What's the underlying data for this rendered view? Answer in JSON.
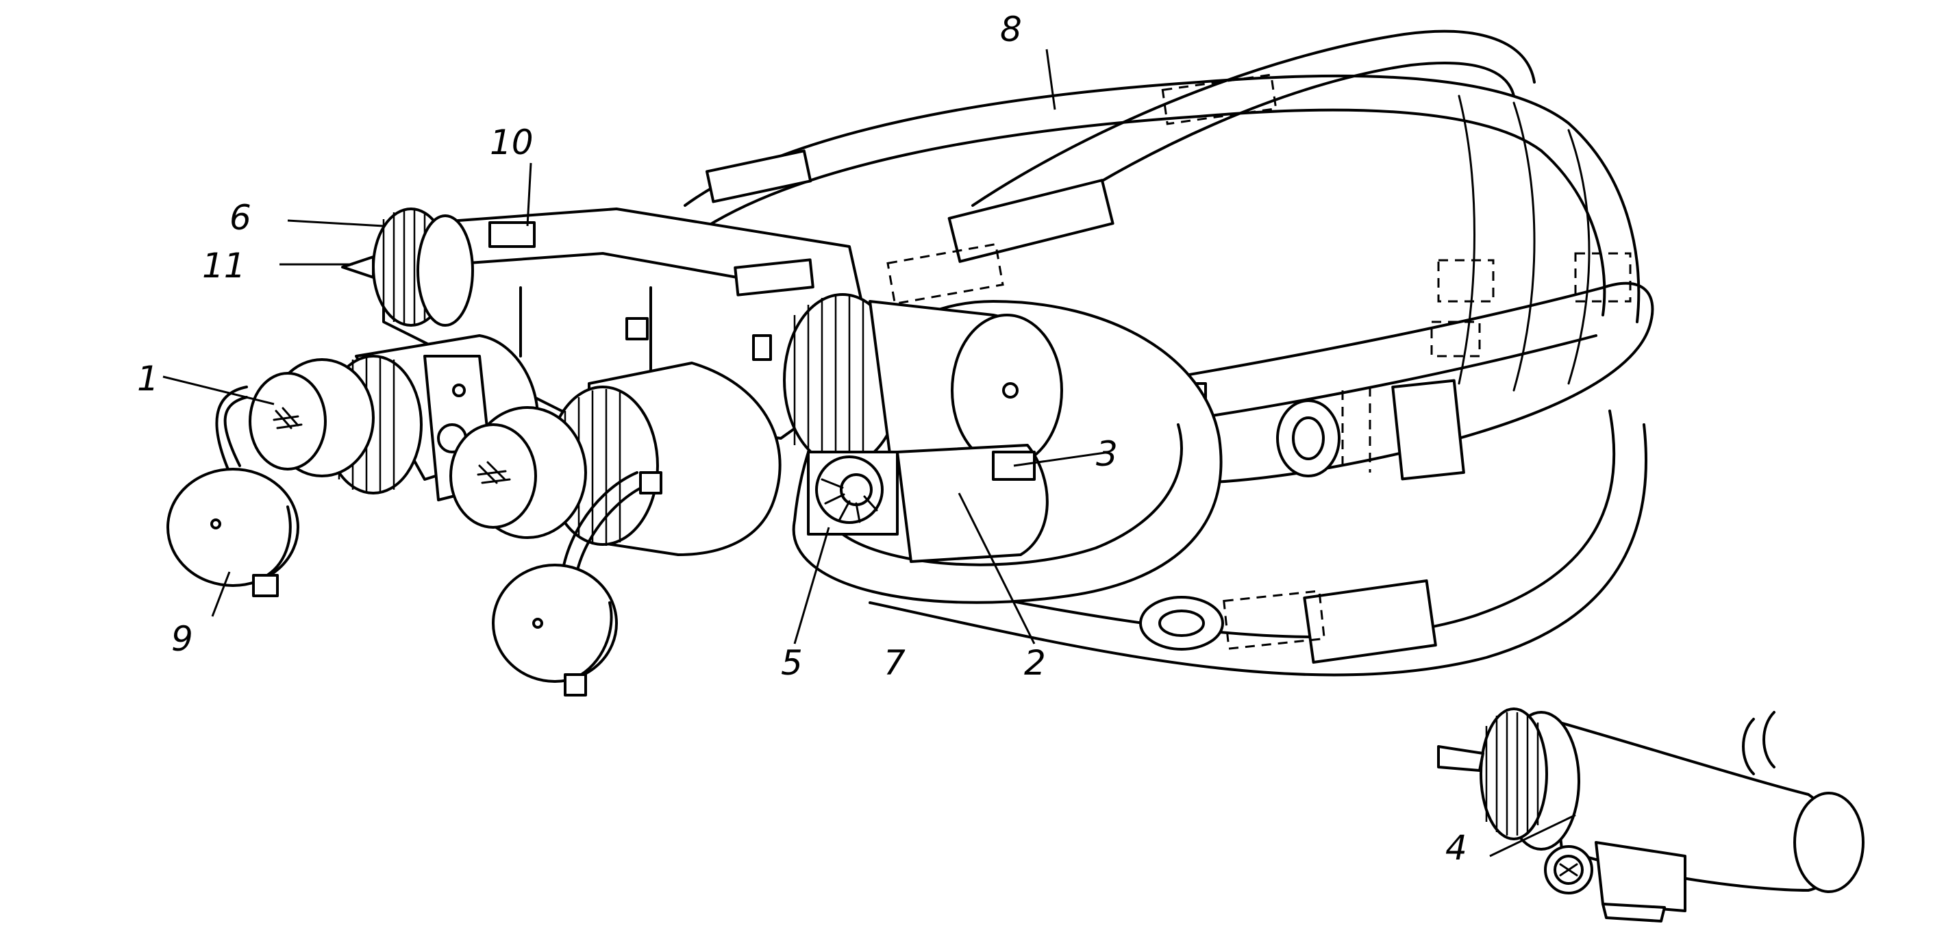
{
  "figure": {
    "callouts": {
      "c1": "1",
      "c2": "2",
      "c3": "3",
      "c4": "4",
      "c5": "5",
      "c6": "6",
      "c7": "7",
      "c8": "8",
      "c9": "9",
      "c10": "10",
      "c11": "11"
    }
  }
}
